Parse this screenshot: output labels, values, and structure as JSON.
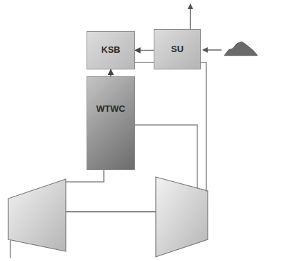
{
  "diagram": {
    "nodes": [
      {
        "text": [
          "KSB"
        ]
      },
      {
        "text": [
          "SU"
        ]
      },
      {
        "text": [
          "WTWC"
        ]
      }
    ],
    "edges": [
      {
        "from": 1,
        "to": 0,
        "arrow": "to"
      },
      {
        "from": 0,
        "to": 2,
        "arrow": "none"
      },
      {
        "from": 2,
        "to": 1,
        "arrow": "to"
      }
    ]
  }
}
